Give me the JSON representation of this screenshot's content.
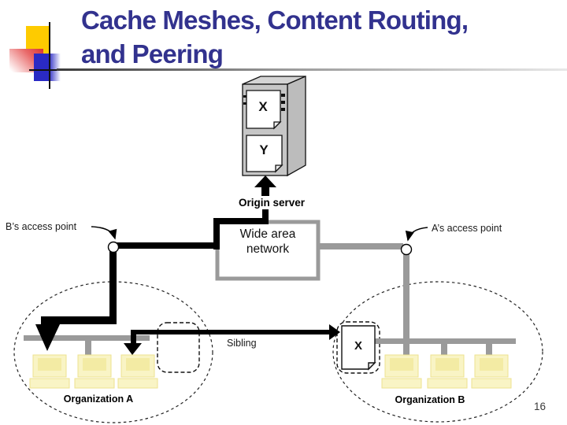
{
  "slide": {
    "title_line1": "Cache Meshes, Content Routing,",
    "title_line2": "and Peering",
    "page_number": "16"
  },
  "diagram": {
    "origin_server": {
      "label": "Origin server",
      "doc_top": "X",
      "doc_bottom": "Y"
    },
    "wan": {
      "line1": "Wide area",
      "line2": "network"
    },
    "access_points": {
      "b_label": "B’s access point",
      "a_label": "A’s access point"
    },
    "sibling": {
      "label": "Sibling",
      "cache_doc": "X"
    },
    "organizations": {
      "a_label": "Organization A",
      "b_label": "Organization B"
    },
    "colors": {
      "title_navy": "#32328e",
      "link_gray": "#9a9a9a",
      "link_black": "#000000",
      "computer_yellow": "#f9f4c5",
      "decor_yellow": "#fecb00",
      "decor_blue": "#2a2ac4",
      "decor_red": "#d93434"
    }
  }
}
